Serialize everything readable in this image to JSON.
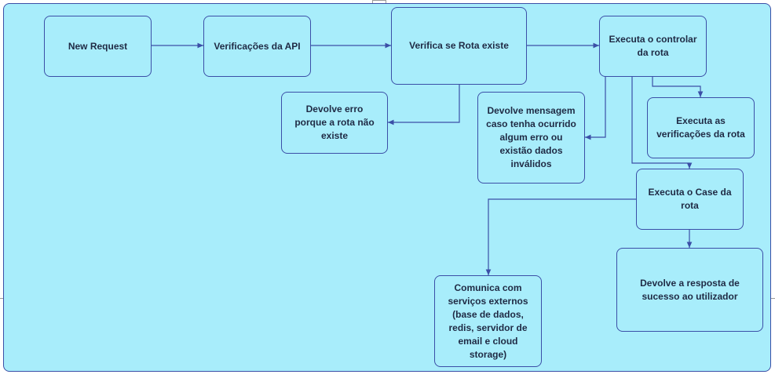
{
  "diagram": {
    "nodes": {
      "new_request": "New Request",
      "verificacoes_api": "Verificações da API",
      "verifica_rota": "Verifica se Rota existe",
      "executa_controlar": "Executa o controlar da rota",
      "devolve_erro_rota": "Devolve erro porque a rota não existe",
      "devolve_mensagem_erro": "Devolve mensagem caso tenha ocurrido algum erro ou existão dados inválidos",
      "executa_verificacoes": "Executa as verificações da rota",
      "executa_case": "Executa o Case da rota",
      "comunica_servicos": "Comunica com serviços externos (base de dados, redis, servidor de email e cloud storage)",
      "devolve_resposta": "Devolve a resposta de sucesso ao utilizador"
    },
    "colors": {
      "fill": "#a8edfb",
      "stroke": "#3b4fa7",
      "text": "#1f2a44"
    }
  }
}
